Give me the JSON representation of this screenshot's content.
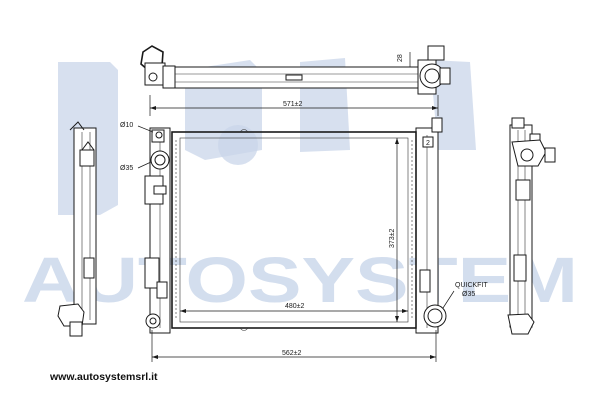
{
  "watermark": {
    "brand": "AUTOSYSTEM"
  },
  "dimensions": {
    "top_length": "571±2",
    "top_height": "28",
    "core_width": "480±2",
    "core_height": "373±2",
    "overall_width": "562±2",
    "inlet_diameter": "Ø10",
    "outlet_diameter": "Ø35",
    "quickfit_label": "QUICKFIT",
    "quickfit_diameter": "Ø35",
    "tank_marker": "2"
  },
  "footer": {
    "website": "www.autosystemsrl.it"
  },
  "colors": {
    "line": "#1a1a1a",
    "watermark": "#c9d6ea",
    "background": "#ffffff"
  }
}
